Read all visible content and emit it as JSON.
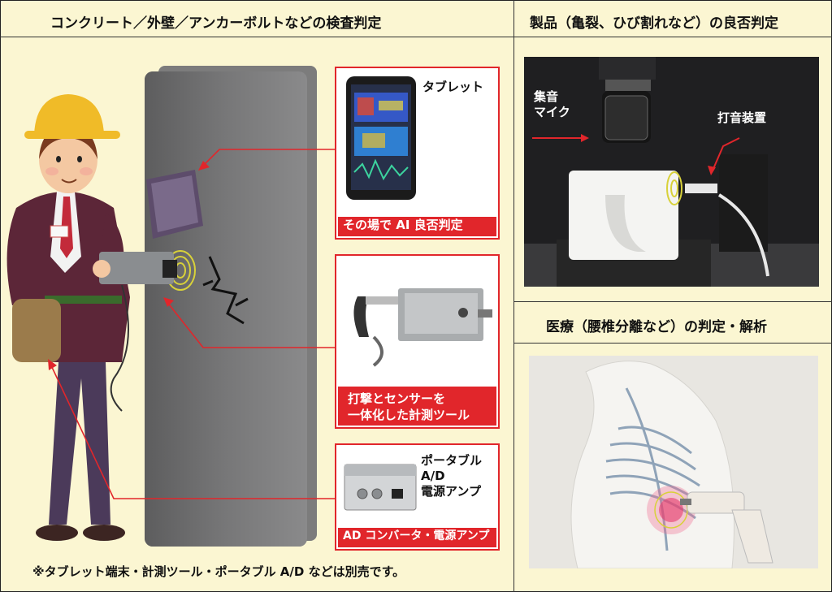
{
  "headers": {
    "inspection": "コンクリート／外壁／アンカーボルトなどの検査判定",
    "product": "製品（亀裂、ひび割れなど）の良否判定",
    "medical": "医療（腰椎分離など）の判定・解析"
  },
  "callouts": {
    "tablet": {
      "name": "タブレット",
      "caption": "その場で AI 良否判定"
    },
    "tool": {
      "caption": "打撃とセンサーを\n一体化した計測ツール"
    },
    "amp": {
      "name": "ポータブル\nA/D\n電源アンプ",
      "caption": "AD コンバータ・電源アンプ"
    }
  },
  "product_labels": {
    "mic": "集音\nマイク",
    "striker": "打音装置"
  },
  "note": "※タブレット端末・計測ツール・ポータブル A/D などは別売です。",
  "colors": {
    "accent": "#e1262b",
    "background": "#fbf6d2"
  }
}
